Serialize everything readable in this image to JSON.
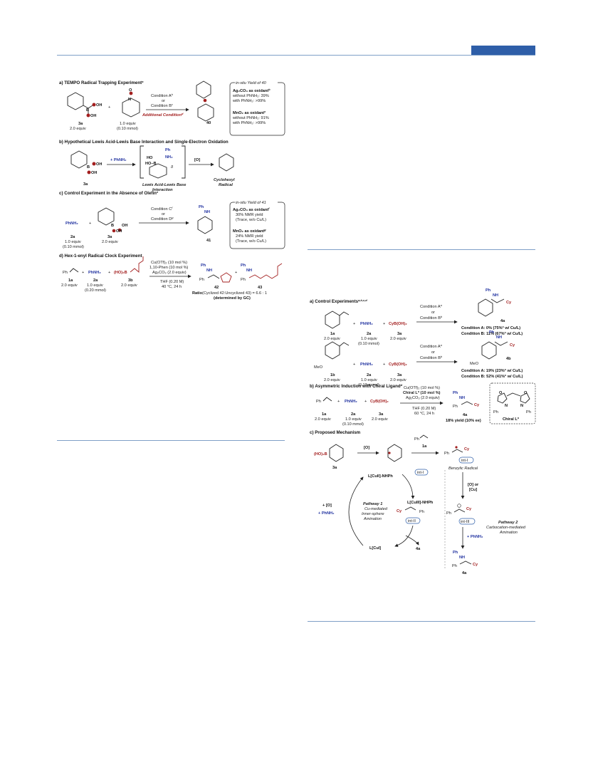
{
  "header": {},
  "left": {
    "a": {
      "title": "a) TEMPO Radical Trapping Experiment",
      "title_sup": "a",
      "boron_oh1": "OH",
      "boron_b": "B",
      "boron_oh2": "OH",
      "label_3a": "3a",
      "equiv_3a": "2.0 equiv",
      "plus": "+",
      "tempo_n": "N",
      "tempo_o": "O",
      "equiv_tempo": "1.0 equiv",
      "amount_tempo": "(0.10 mmol)",
      "cond1": "Condition A",
      "cond1_sup": "b",
      "or": "or",
      "cond2": "Condition B",
      "cond2_sup": "c",
      "additional": "Additional Condition",
      "additional_sup": "d",
      "product": "40",
      "box_title": "in-situ Yield of 40",
      "box_ag": "Ag₂CO₃ as oxidant",
      "box_ag_sup": "b",
      "box_ag_l1": "without PhNH₂: 39%",
      "box_ag_l2": "with PhNH₂: >99%",
      "box_mn": "MnO₂ as oxidant",
      "box_mn_sup": "c",
      "box_mn_l1": "without PhNH₂: 91%",
      "box_mn_l2": "with PhNH₂: >99%"
    },
    "b": {
      "title": "b) Hypothetical Lewis Acid-Lewis Base Interaction and Single-Electron Oxidation",
      "oh1": "OH",
      "b": "B",
      "oh2": "OH",
      "reagent": "+ PhNH₂",
      "int_ph": "Ph",
      "int_nh2": "NH₂",
      "int_ho": "HO",
      "int_hob": "HO–B",
      "int_delta": "δ",
      "int_label1": "Lewis Acid-Lewis Base",
      "int_label2": "Interaction",
      "oxidant": "[O]",
      "radical1": "Cyclohexyl",
      "radical2": "Radical",
      "label_3a": "3a"
    },
    "c": {
      "title": "c) Control Experiment in the Absence of Olefin",
      "title_sup": "e",
      "phnh2": "PhNH₂",
      "label_2a": "2a",
      "equiv_2a": "1.0 equiv",
      "amount_2a": "(0.10 mmol)",
      "plus": "+",
      "b_oh1": "OH",
      "b": "B",
      "b_oh2": "OH",
      "label_3a": "3a",
      "equiv_3a": "2.0 equiv",
      "cond1": "Condition C",
      "cond1_sup": "f",
      "or": "or",
      "cond2": "Condition D",
      "cond2_sup": "g",
      "prod_ph": "Ph",
      "prod_nh": "NH",
      "product": "41",
      "box_title": "in-situ Yield of 41",
      "box_ag": "Ag₂CO₃ as oxidant",
      "box_ag_sup": "f",
      "box_ag_l1": "30% NMR yield",
      "box_ag_l2": "(Trace, w/o Cu/L)",
      "box_mn": "MnO₂ as oxidant",
      "box_mn_sup": "g",
      "box_mn_l1": "24% NMR yield",
      "box_mn_l2": "(Trace, w/o Cu/L)"
    },
    "d": {
      "title": "d) Hex-1-enyl Radical Clock Experiment",
      "ph": "Ph",
      "label_1a": "1a",
      "equiv_1a": "2.0 equiv",
      "plus1": "+",
      "phnh2": "PhNH₂",
      "label_2a": "2a",
      "equiv_2a": "1.0 equiv",
      "amount_2a": "(0.20 mmol)",
      "plus2": "+",
      "hob": "(HO)₂B",
      "label_3b": "3b",
      "equiv_3b": "2.0 equiv",
      "cond1": "Cu(OTf)₂ (10 mol %)",
      "cond2": "1,10-Phen (10 mol %)",
      "cond3": "Ag₂CO₃ (2.0 equiv)",
      "cond4": "THF (0.20 M)",
      "cond5": "40 °C, 24 h",
      "p42_ph": "Ph",
      "p42_nh": "NH",
      "p42_ph2": "Ph",
      "p42": "42",
      "plus3": "+",
      "p43_ph": "Ph",
      "p43_nh": "NH",
      "p43_ph2": "Ph",
      "p43": "43",
      "ratio_label": "Ratio",
      "ratio_text": "(Cyclized 42:Uncyclized 43) = 6.6 : 1",
      "ratio_note": "(determined by GC)"
    }
  },
  "right": {
    "a": {
      "title": "a) Control Experiments",
      "title_sup": "a,b,c,d",
      "label_1a": "1a",
      "equiv_1a": "2.0 equiv",
      "plus": "+",
      "phnh2": "PhNH₂",
      "label_2a": "2a",
      "equiv_2a": "1.0 equiv",
      "amount_2a": "(0.10 mmol)",
      "cybo": "CyB(OH)₂",
      "label_3a": "3a",
      "equiv_3a": "2.0 equiv",
      "condA": "Condition A",
      "condA_sup": "a",
      "or": "or",
      "condB": "Condition B",
      "condB_sup": "b",
      "p4a_ph": "Ph",
      "p4a_nh": "NH",
      "p4a_cy": "Cy",
      "p4a": "4a",
      "r4a_A": "Condition A: 0% (75%",
      "r4a_A_sup": "c",
      "r4a_A_end": " w/ Cu/L)",
      "r4a_B": "Condition B: 11% (67%",
      "r4a_B_sup": "c",
      "r4a_B_end": " w/ Cu/L)",
      "meo": "MeO",
      "label_1b": "1b",
      "equiv_1b": "2.0 equiv",
      "p4b_ph": "Ph",
      "p4b_nh": "NH",
      "p4b_cy": "Cy",
      "p4b_meo": "MeO",
      "p4b": "4b",
      "r4b_A": "Condition A: 19% (23%",
      "r4b_A_sup": "c",
      "r4b_A_end": " w/ Cu/L)",
      "r4b_B": "Condition B: 52% (41%",
      "r4b_B_sup": "c",
      "r4b_B_end": " w/ Cu/L)"
    },
    "b": {
      "title": "b) Asymmetric Induction with Chiral Ligand",
      "title_sup": "d",
      "ph": "Ph",
      "label_1a": "1a",
      "equiv_1a": "2.0 equiv",
      "plus": "+",
      "phnh2": "PhNH₂",
      "label_2a": "2a",
      "equiv_2a": "1.0 equiv",
      "amount_2a": "(0.10 mmol)",
      "cybo": "CyB(OH)₂",
      "label_3a": "3a",
      "equiv_3a": "2.0 equiv",
      "cond1": "Cu(OTf)₂ (10 mol %)",
      "cond2": "Chiral L* (10 mol %)",
      "cond3": "Ag₂CO₃ (2.0 equiv)",
      "cond4": "THF (0.20 M)",
      "cond5": "60 °C, 24 h",
      "p_ph": "Ph",
      "p_nh": "NH",
      "p_ph2": "Ph",
      "p_cy": "Cy",
      "p4a": "4a",
      "yield": "18% yield (10% ee)",
      "lig_o1": "O",
      "lig_o2": "O",
      "lig_n1": "N",
      "lig_n2": "N",
      "lig_ph1": "Ph",
      "lig_ph2": "Ph",
      "lig_label": "Chiral L*"
    },
    "c": {
      "title": "c) Proposed Mechanism",
      "hob": "(HO)₂B",
      "label_3a": "3a",
      "o1": "[O]",
      "styrene_ph": "Ph",
      "label_1a": "1a",
      "benz_ph": "Ph",
      "benz_cy": "Cy",
      "int1": "int-I",
      "benzylic": "Benzylic Radical",
      "ocu": "[O] or",
      "ocu2": "[Cu]",
      "cat_ph": "Ph",
      "cat_cy": "Cy",
      "int3": "int-III",
      "phnh2_2": "+ PhNH₂",
      "prod_ph": "Ph",
      "prod_nh": "NH",
      "prod_ph2": "Ph",
      "prod_cy": "Cy",
      "prod_4a": "4a",
      "pw2_1": "Pathway 2",
      "pw2_2": "Carbocation-mediated",
      "pw2_3": "Amination",
      "lcu2": "L[CuII]-NHPh",
      "int1b": "int-I",
      "pw1_1": "Pathway 1",
      "pw1_2": "Cu-mediated",
      "pw1_3": "Inner-sphere",
      "pw1_4": "Amination",
      "lcu3": "L[CuIII]-NHPh",
      "cu3_cy": "Cy",
      "cu3_ph": "Ph",
      "int2": "int-II",
      "lcu1": "L[CuI]",
      "p4a": "4a",
      "o2": "+ [O]",
      "phnh2": "+ PhNH₂"
    }
  },
  "colors": {
    "accent": "#2e5ea8",
    "red": "#a31f1f",
    "blue": "#2233a0",
    "rule": "#7f9fc7"
  }
}
